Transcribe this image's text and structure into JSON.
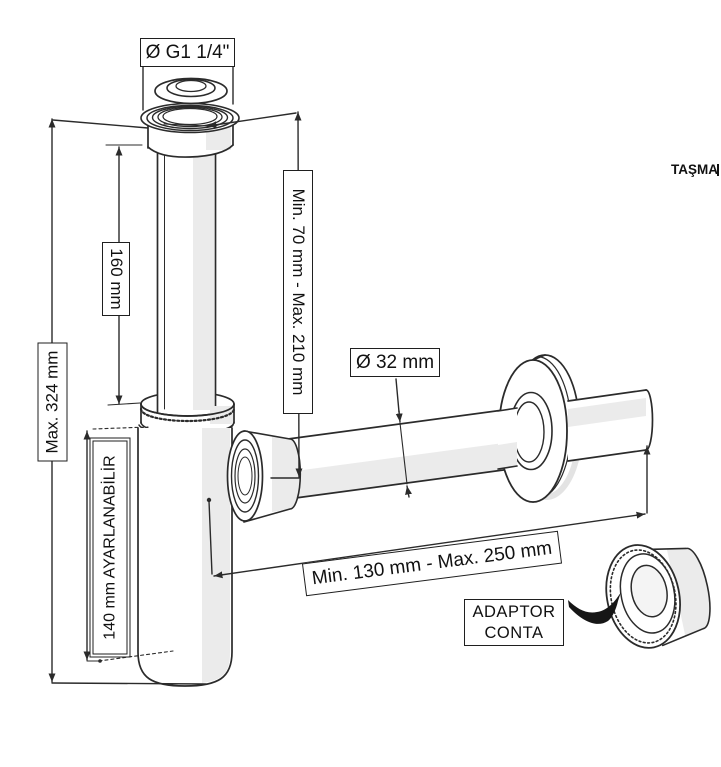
{
  "figure": {
    "title": "Siphon (bottle trap) installation dimension drawing",
    "colors": {
      "line": "#2b2b2b",
      "shade": "#ebebeb",
      "background": "#ffffff",
      "label_border": "#1f1f1f",
      "text": "#111111"
    },
    "labels": {
      "thread_size": "Ø G1 1/4\"",
      "tube_length": "160 mm",
      "inlet_range": "Min. 70 mm - Max. 210 mm",
      "total_height": "Max. 324 mm",
      "adjustable": "140 mm AYARLANABİLİR",
      "pipe_diameter": "Ø 32 mm",
      "outlet_range": "Min. 130 mm - Max. 250 mm",
      "adaptor_line1": "ADAPTOR",
      "adaptor_line2": "CONTA",
      "overflow": "TAŞMA"
    }
  }
}
